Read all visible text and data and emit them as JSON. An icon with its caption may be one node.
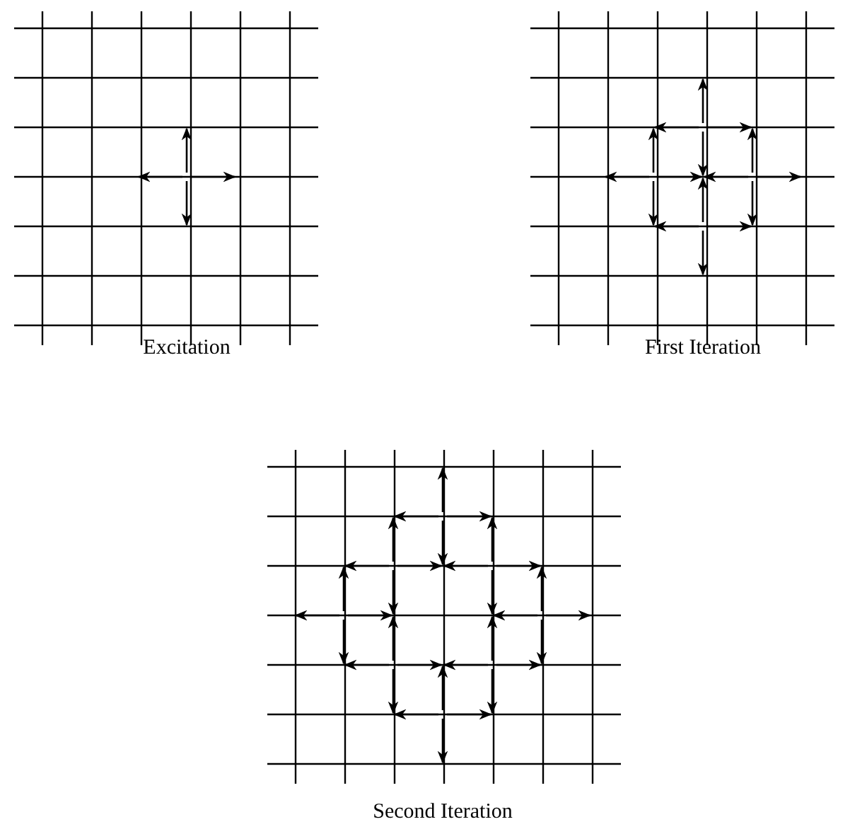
{
  "diagram": {
    "labels": [
      "Excitation",
      "First Iteration",
      "Second Iteration"
    ]
  }
}
